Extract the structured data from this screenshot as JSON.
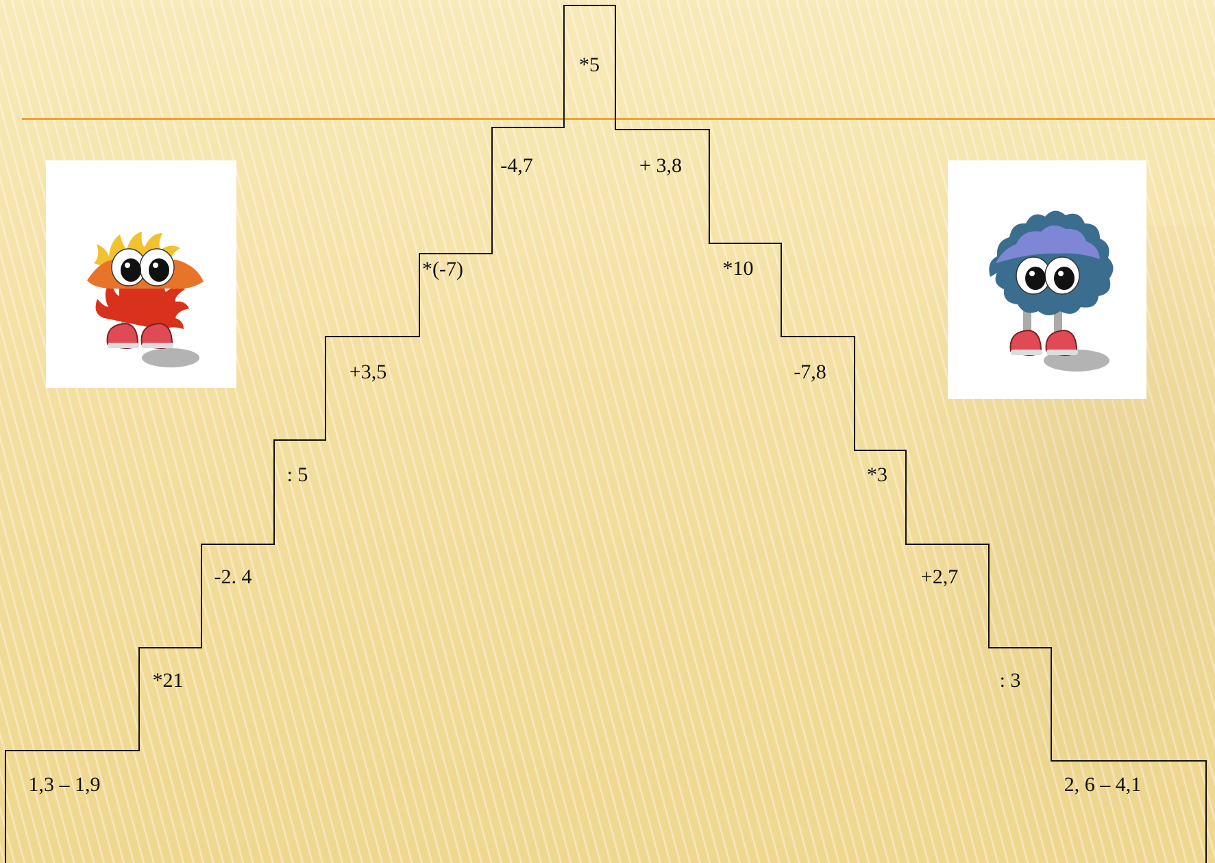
{
  "colors": {
    "accent_line": "#f5a030",
    "stairs_stroke": "#111111"
  },
  "operations": {
    "top": "*5",
    "left": [
      "1,3 – 1,9",
      "*21",
      "-2. 4",
      ": 5",
      "+3,5",
      "*(-7)",
      "-4,7"
    ],
    "right": [
      "+ 3,8",
      "*10",
      "-7,8",
      "*3",
      "+2,7",
      ": 3",
      "2, 6 – 4,1"
    ]
  },
  "pictures": {
    "left": {
      "icon": "fuzzy-creature-red-yellow"
    },
    "right": {
      "icon": "fuzzy-creature-blue"
    }
  }
}
